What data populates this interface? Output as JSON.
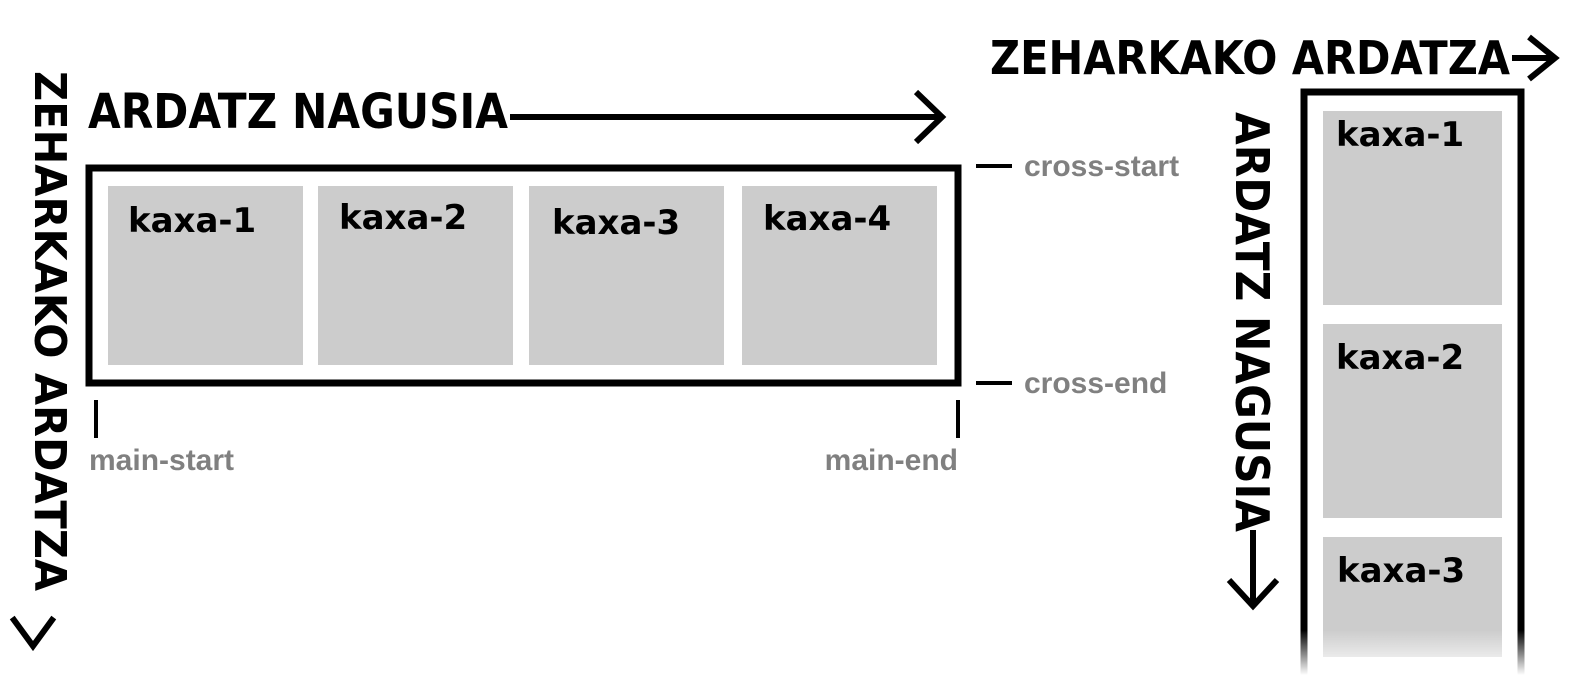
{
  "colors": {
    "ink": "#000000",
    "box_fill": "#cccccc",
    "annotation": "#808080",
    "background": "#ffffff"
  },
  "row_diagram": {
    "main_axis_label": "ARDATZ NAGUSIA",
    "cross_axis_label": "ZEHARKAKO ARDATZA",
    "boxes": [
      "kaxa-1",
      "kaxa-2",
      "kaxa-3",
      "kaxa-4"
    ],
    "cross_start": "cross-start",
    "cross_end": "cross-end",
    "main_start": "main-start",
    "main_end": "main-end"
  },
  "column_diagram": {
    "cross_axis_label": "ZEHARKAKO ARDATZA",
    "main_axis_label": "ARDATZ NAGUSIA",
    "boxes": [
      "kaxa-1",
      "kaxa-2",
      "kaxa-3"
    ]
  }
}
